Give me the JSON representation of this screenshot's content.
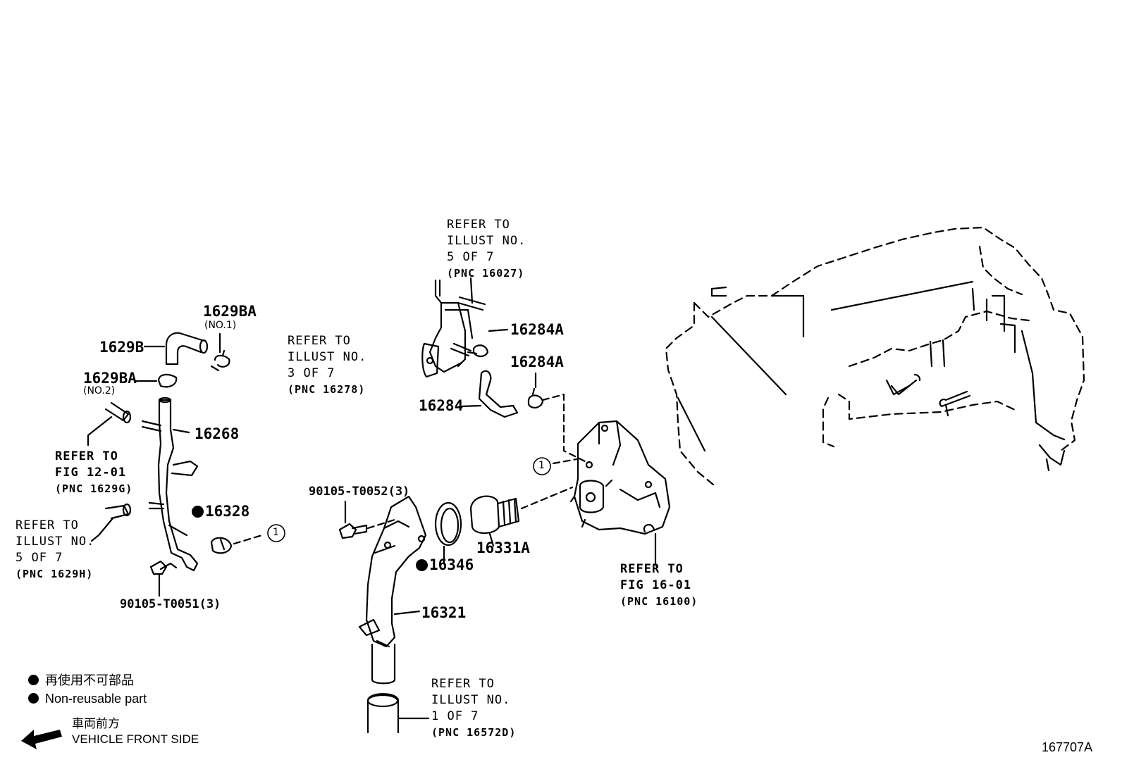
{
  "figure_id": "167707A",
  "parts": {
    "p1629ba_no1": {
      "number": "1629BA",
      "note": "(NO.1)"
    },
    "p1629b": {
      "number": "1629B"
    },
    "p1629ba_no2": {
      "number": "1629BA",
      "note": "(NO.2)"
    },
    "p16268": {
      "number": "16268"
    },
    "p16328": {
      "number": "16328",
      "non_reusable": true
    },
    "p90105_t0051": {
      "number": "90105-T0051(3)"
    },
    "p90105_t0052": {
      "number": "90105-T0052(3)"
    },
    "p16346": {
      "number": "16346",
      "non_reusable": true
    },
    "p16321": {
      "number": "16321"
    },
    "p16331a": {
      "number": "16331A"
    },
    "p16284a_1": {
      "number": "16284A"
    },
    "p16284a_2": {
      "number": "16284A"
    },
    "p16284": {
      "number": "16284"
    }
  },
  "refs": {
    "ref_16278": {
      "l1": "REFER TO",
      "l2": "ILLUST NO.",
      "l3": "3 OF 7",
      "pnc": "(PNC 16278)"
    },
    "ref_1629g": {
      "l1": "REFER TO",
      "l2": "FIG 12-01",
      "pnc": "(PNC 1629G)"
    },
    "ref_1629h": {
      "l1": "REFER TO",
      "l2": "ILLUST NO.",
      "l3": "5 OF 7",
      "pnc": "(PNC 1629H)"
    },
    "ref_16027": {
      "l1": "REFER TO",
      "l2": "ILLUST NO.",
      "l3": "5 OF 7",
      "pnc": "(PNC 16027)"
    },
    "ref_16100": {
      "l1": "REFER TO",
      "l2": "FIG 16-01",
      "pnc": "(PNC 16100)"
    },
    "ref_16572d": {
      "l1": "REFER TO",
      "l2": "ILLUST NO.",
      "l3": "1 OF 7",
      "pnc": "(PNC 16572D)"
    }
  },
  "circle_marker": "1",
  "legend": {
    "non_reusable_jp": "再使用不可部品",
    "non_reusable_en": "Non-reusable part",
    "front_jp": "車両前方",
    "front_en": "VEHICLE FRONT SIDE"
  }
}
